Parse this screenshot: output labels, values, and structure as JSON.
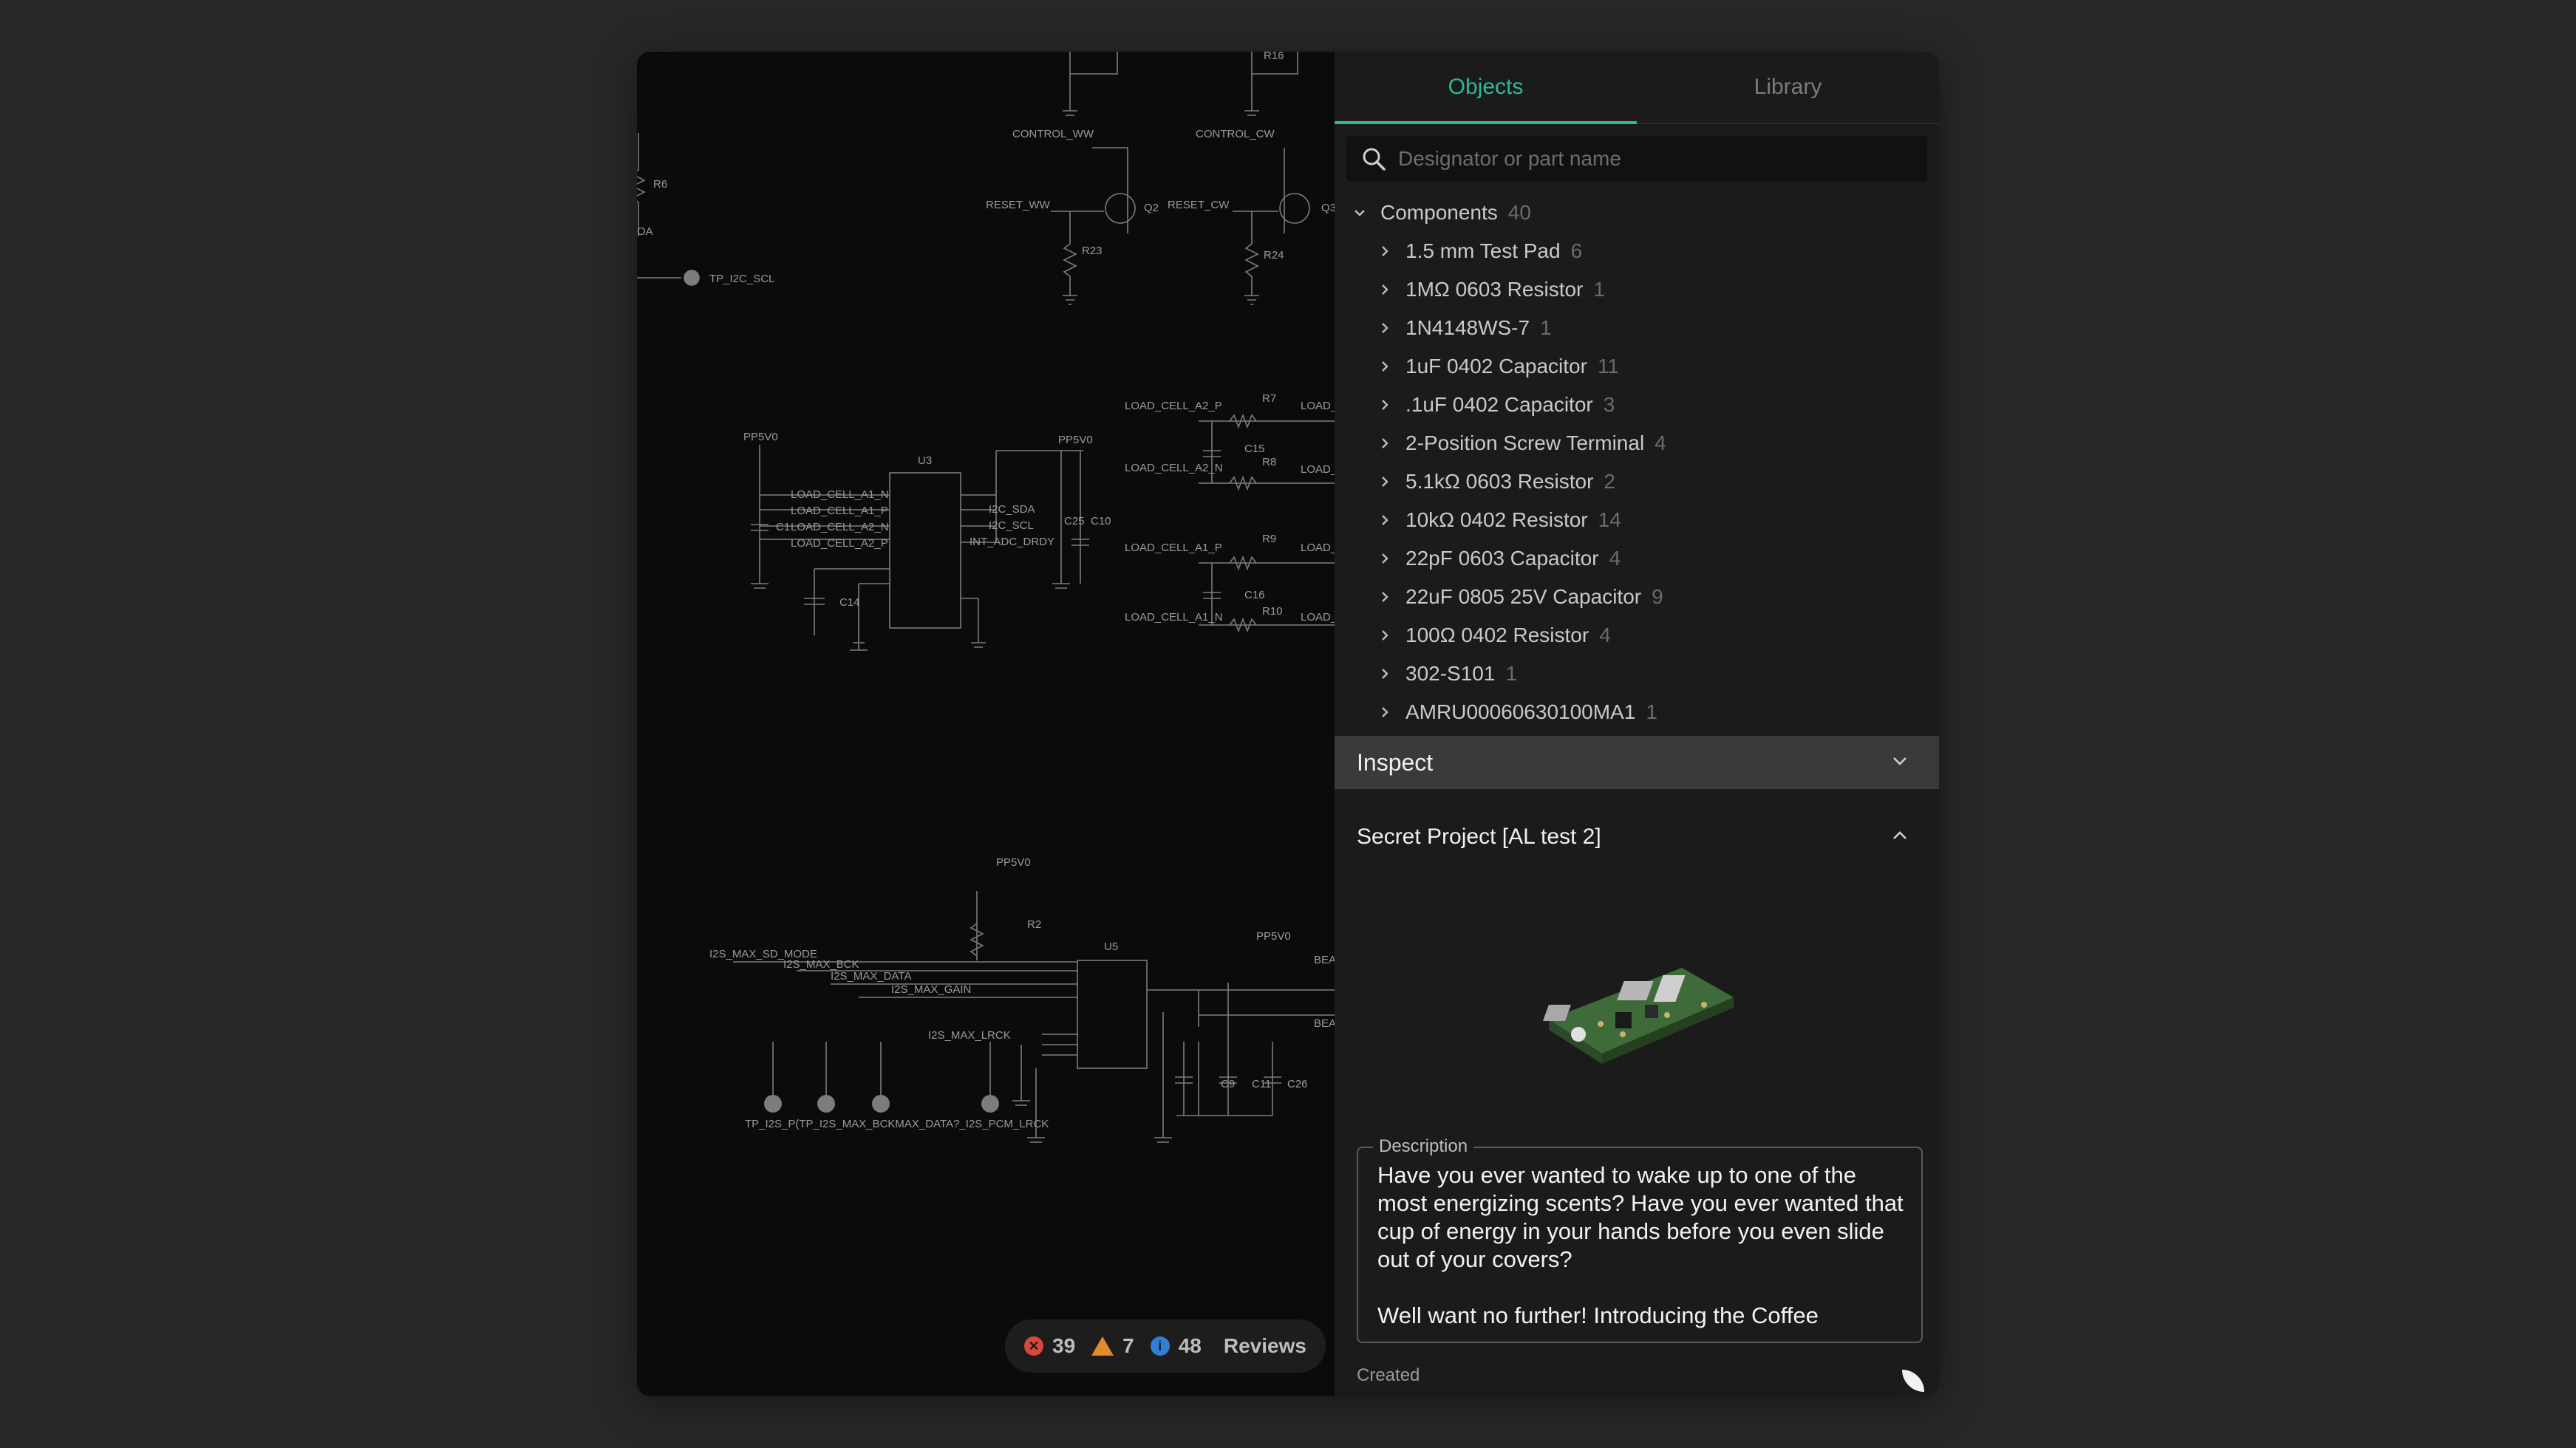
{
  "tabs": [
    {
      "label": "Objects",
      "active": true
    },
    {
      "label": "Library",
      "active": false
    }
  ],
  "search": {
    "placeholder": "Designator or part name",
    "value": ""
  },
  "tree": {
    "group": {
      "label": "Components",
      "count": "40",
      "expanded": true
    },
    "items": [
      {
        "label": "1.5 mm Test Pad",
        "count": "6"
      },
      {
        "label": "1MΩ 0603 Resistor",
        "count": "1"
      },
      {
        "label": "1N4148WS-7",
        "count": "1"
      },
      {
        "label": "1uF 0402 Capacitor",
        "count": "11"
      },
      {
        "label": ".1uF 0402 Capacitor",
        "count": "3"
      },
      {
        "label": "2-Position Screw Terminal",
        "count": "4"
      },
      {
        "label": "5.1kΩ 0603 Resistor",
        "count": "2"
      },
      {
        "label": "10kΩ 0402 Resistor",
        "count": "14"
      },
      {
        "label": "22pF 0603 Capacitor",
        "count": "4"
      },
      {
        "label": "22uF 0805 25V Capacitor",
        "count": "9"
      },
      {
        "label": "100Ω 0402 Resistor",
        "count": "4"
      },
      {
        "label": "302-S101",
        "count": "1"
      },
      {
        "label": "AMRU00060630100MA1",
        "count": "1"
      }
    ]
  },
  "inspect": {
    "title": "Inspect"
  },
  "project": {
    "title": "Secret Project [AL test 2]",
    "description_label": "Description",
    "description": "Have you ever wanted to wake up to one of the most energizing scents? Have you ever wanted that cup of energy in your hands before you even slide out of your covers?\n\nWell want no further! Introducing the Coffee",
    "created_label": "Created"
  },
  "reviews": {
    "errors": "39",
    "warnings": "7",
    "info": "48",
    "label": "Reviews"
  },
  "schematic": {
    "labels": {
      "r6": "R6",
      "tp_i2c_scl": "TP_I2C_SCL",
      "oa": "OA",
      "control_ww": "CONTROL_WW",
      "control_cw": "CONTROL_CW",
      "reset_ww": "RESET_WW",
      "reset_cw": "RESET_CW",
      "q2": "Q2",
      "q3": "Q3",
      "r23": "R23",
      "r24": "R24",
      "r16": "R16",
      "pp5v0_a": "PP5V0",
      "pp5v0_b": "PP5V0",
      "pp5v0_c": "PP5V0",
      "pp5v0_d": "PP5V0",
      "u3": "U3",
      "u5": "U5",
      "lc_a1_n": "LOAD_CELL_A1_N",
      "lc_a1_p": "LOAD_CELL_A1_P",
      "lc_a2_n": "LOAD_CELL_A2_N",
      "lc_a2_p": "LOAD_CELL_A2_P",
      "c1": "C1",
      "c14": "C14",
      "c25": "C25",
      "c10": "C10",
      "i2c_sda": "I2C_SDA",
      "i2c_scl": "I2C_SCL",
      "int_adc_drdy": "INT_ADC_DRDY",
      "r_lc_a2_p": "LOAD_CELL_A2_P",
      "r_lc_a2_n": "LOAD_CELL_A2_N",
      "r_lc_a1_p": "LOAD_CELL_A1_P",
      "r_lc_a1_n": "LOAD_CELL_A1_N",
      "r7": "R7",
      "r8": "R8",
      "r9": "R9",
      "r10": "R10",
      "c15": "C15",
      "c16": "C16",
      "load_1": "LOAD_",
      "load_2": "LOAD_",
      "load_3": "LOAD_",
      "load_4": "LOAD_",
      "r2": "R2",
      "i2s_sd_mode": "I2S_MAX_SD_MODE",
      "i2s_bck": "I2S_MAX_BCK",
      "i2s_data": "I2S_MAX_DATA",
      "i2s_gain": "I2S_MAX_GAIN",
      "i2s_lrck": "I2S_MAX_LRCK",
      "tp_bottom": "TP_I2S_P(TP_I2S_MAX_BCKMAX_DATA?_I2S_PCM_LRCK",
      "c9": "C9",
      "c11": "C11",
      "c26": "C26",
      "bea_1": "BEA",
      "bea_2": "BEA"
    }
  },
  "colors": {
    "accent": "#2fb897",
    "error": "#d9473f",
    "warning": "#e08b2c",
    "info": "#2f7fd6"
  }
}
